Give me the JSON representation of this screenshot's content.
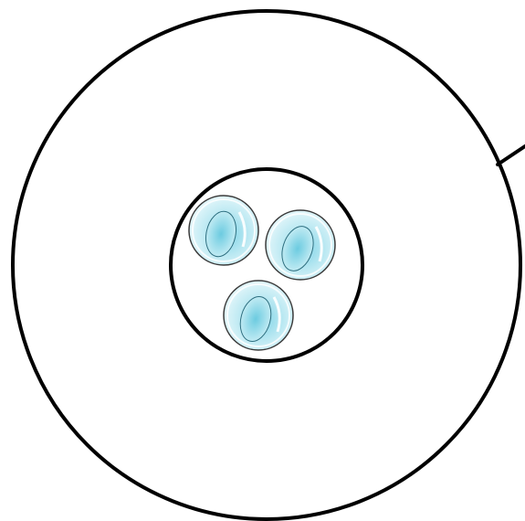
{
  "diagram": {
    "structures": [
      {
        "id": "outer-membrane",
        "shape": "circle",
        "fill": "none",
        "stroke": "#000000"
      },
      {
        "id": "inner-membrane",
        "shape": "circle",
        "fill": "none",
        "stroke": "#000000"
      },
      {
        "id": "vesicle-1",
        "shape": "circle",
        "fill": "#bfeaf3",
        "stroke": "#3a3a3a"
      },
      {
        "id": "vesicle-2",
        "shape": "circle",
        "fill": "#bfeaf3",
        "stroke": "#3a3a3a"
      },
      {
        "id": "vesicle-3",
        "shape": "circle",
        "fill": "#bfeaf3",
        "stroke": "#3a3a3a"
      },
      {
        "id": "pointer-line",
        "shape": "line",
        "stroke": "#000000"
      }
    ],
    "colors": {
      "background": "#ffffff",
      "outline": "#000000",
      "vesicle_fill": "#bfeaf3",
      "vesicle_highlight": "#7fd3e6"
    }
  }
}
